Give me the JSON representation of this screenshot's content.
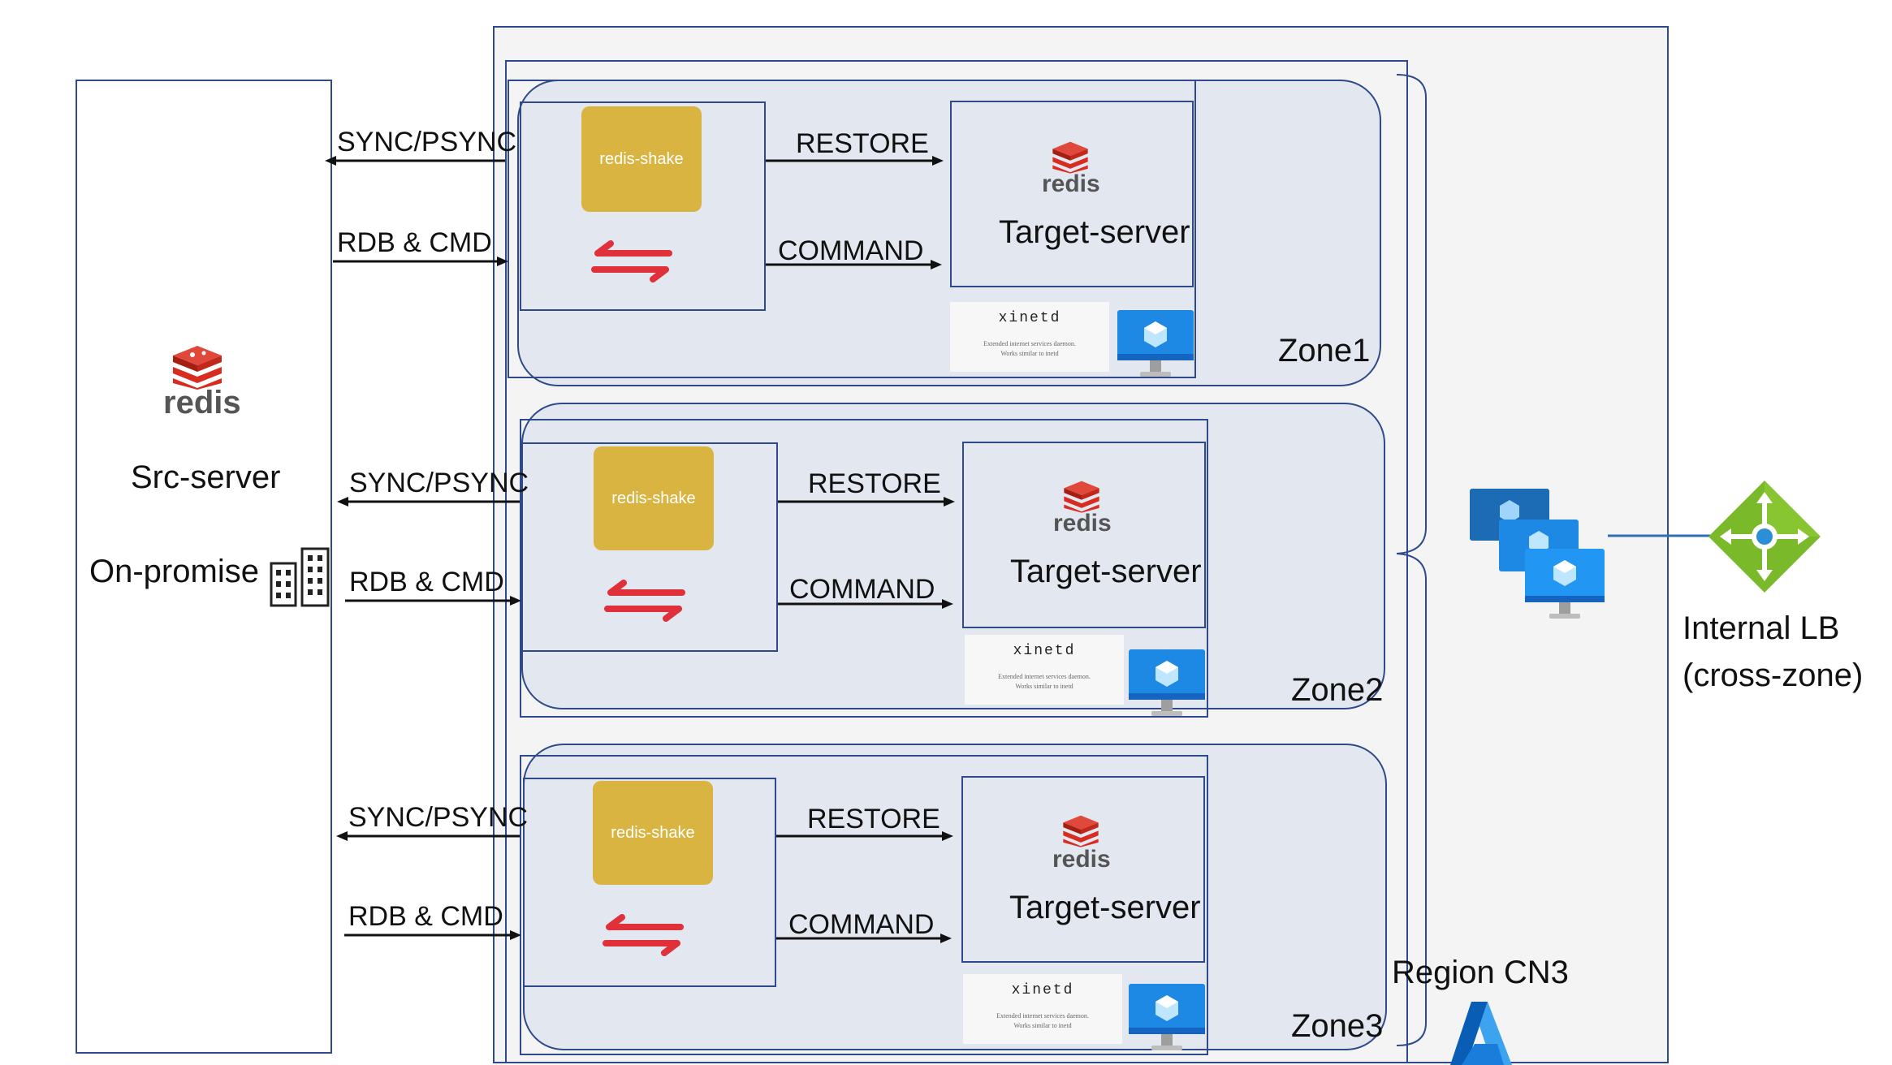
{
  "src": {
    "logo_text": "redis",
    "title": "Src-server",
    "location": "On-promise"
  },
  "region": {
    "label": "Region CN3"
  },
  "lb": {
    "label_line1": "Internal LB",
    "label_line2": "(cross-zone)"
  },
  "zones": [
    {
      "name": "Zone1",
      "sync_label": "SYNC/PSYNC",
      "rdb_label": "RDB & CMD",
      "shake_label": "redis-shake",
      "restore_label": "RESTORE",
      "command_label": "COMMAND",
      "redis_logo_text": "redis",
      "target_label": "Target-server",
      "xinetd_title": "xinetd",
      "xinetd_desc1": "Extended internet services daemon.",
      "xinetd_desc2": "Works similar to inetd"
    },
    {
      "name": "Zone2",
      "sync_label": "SYNC/PSYNC",
      "rdb_label": "RDB & CMD",
      "shake_label": "redis-shake",
      "restore_label": "RESTORE",
      "command_label": "COMMAND",
      "redis_logo_text": "redis",
      "target_label": "Target-server",
      "xinetd_title": "xinetd",
      "xinetd_desc1": "Extended internet services daemon.",
      "xinetd_desc2": "Works similar to inetd"
    },
    {
      "name": "Zone3",
      "sync_label": "SYNC/PSYNC",
      "rdb_label": "RDB & CMD",
      "shake_label": "redis-shake",
      "restore_label": "RESTORE",
      "command_label": "COMMAND",
      "redis_logo_text": "redis",
      "target_label": "Target-server",
      "xinetd_title": "xinetd",
      "xinetd_desc1": "Extended internet services daemon.",
      "xinetd_desc2": "Works similar to inetd"
    }
  ],
  "colors": {
    "box_border": "#2f4a8a",
    "zone_fill": "#e3e7ef",
    "region_fill": "#f4f4f4",
    "shake_fill": "#d9b441",
    "arrow_red": "#e0303a",
    "redis_red": "#d82c20",
    "azure_blue": "#0078d4",
    "lb_green": "#7ab929"
  }
}
